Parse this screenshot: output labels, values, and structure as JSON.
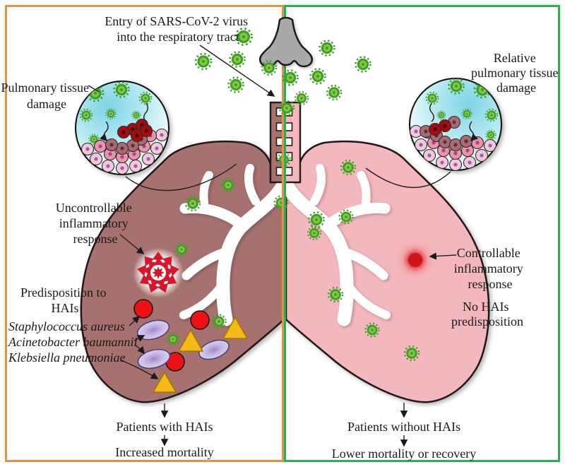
{
  "title": "Entry of SARS-CoV-2 virus into the respiratory tract — HAIs outcome diagram",
  "header": {
    "line1": "Entry of SARS-CoV-2 virus",
    "line2": "into the respiratory tract"
  },
  "left": {
    "inset_label": {
      "line1": "Pulmonary tissue",
      "line2": "damage"
    },
    "inflammation": {
      "line1": "Uncontrollable",
      "line2": "inflammatory",
      "line3": "response"
    },
    "predisposition": {
      "line1": "Predisposition to",
      "line2": "HAIs"
    },
    "bacteria": [
      {
        "name": "Staphylococcus aureus"
      },
      {
        "name": "Acinetobacter baumannii"
      },
      {
        "name": "Klebsiella pneumoniae"
      }
    ],
    "outcome": {
      "step1": "Patients with HAIs",
      "step2": "Increased mortality"
    }
  },
  "right": {
    "inset_label": {
      "line1": "Relative",
      "line2": "pulmonary tissue",
      "line3": "damage"
    },
    "inflammation": {
      "line1": "Controllable",
      "line2": "inflammatory",
      "line3": "response"
    },
    "predisposition": {
      "line1": "No HAIs",
      "line2": "predisposition"
    },
    "outcome": {
      "step1": "Patients without HAIs",
      "step2": "Lower mortality  or recovery"
    }
  },
  "icons": {
    "virus": "coronavirus-particle",
    "nose": "human-nose",
    "severe_inflammation": "red-starburst",
    "mild_inflammation": "red-glow",
    "staph_aureus": "red-circle",
    "acinetobacter": "lavender-oval",
    "klebsiella": "yellow-triangle"
  },
  "colors": {
    "left_panel_border": "#DE9549",
    "right_panel_border": "#2BAD56",
    "left_lung": "#A6716E",
    "right_lung": "#F4B7BD",
    "virus_green": "#3E9E27",
    "staph_red": "#EE1111",
    "acinetobacter_lavender": "#CDC0E8",
    "klebsiella_yellow": "#F5B919",
    "inflammation_red": "#D6162B",
    "nose_gray": "#A9A9A9"
  }
}
